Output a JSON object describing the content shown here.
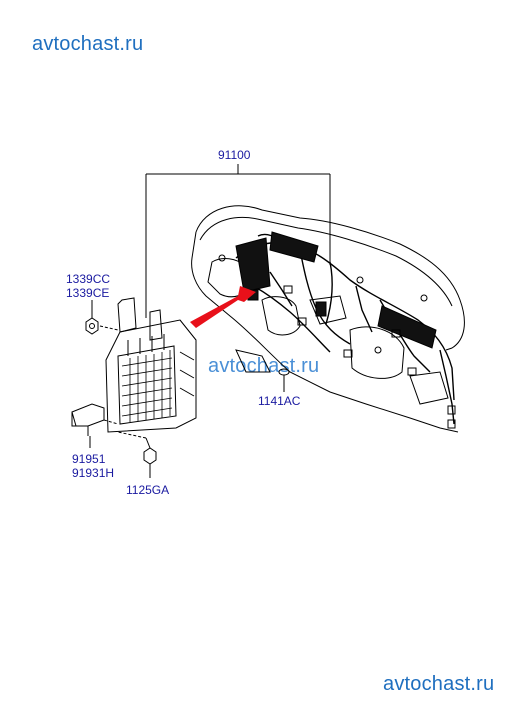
{
  "watermarks": {
    "top": "avtochast.ru",
    "middle": "avtochast.ru",
    "bottom": "avtochast.ru"
  },
  "part_labels": {
    "main_harness": "91100",
    "nut_1": "1339CC",
    "nut_2": "1339CE",
    "clip": "1141AC",
    "bracket_1": "91951",
    "bracket_2": "91931H",
    "bolt": "1125GA"
  },
  "colors": {
    "label": "#1a1aa0",
    "watermark": "#1f6fbf",
    "line": "#000000",
    "highlight_arrow": "#e8101a"
  }
}
